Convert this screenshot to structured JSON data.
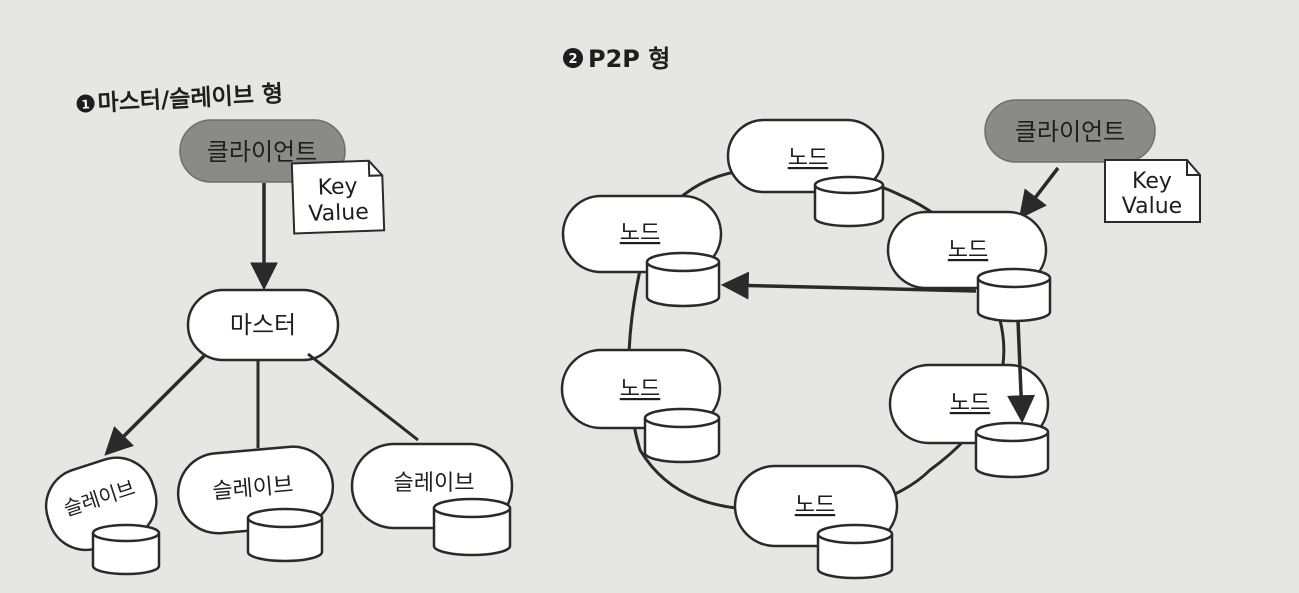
{
  "diagram_a": {
    "marker": "1",
    "title": "마스터/슬레이브 형",
    "client_label": "클라이언트",
    "data_note": {
      "line1": "Key",
      "line2": "Value"
    },
    "master_label": "마스터",
    "slaves": [
      {
        "label": "슬레이브"
      },
      {
        "label": "슬레이브"
      },
      {
        "label": "슬레이브"
      }
    ]
  },
  "diagram_b": {
    "marker": "2",
    "title": "P2P 형",
    "client_label": "클라이언트",
    "data_note": {
      "line1": "Key",
      "line2": "Value"
    },
    "nodes": [
      {
        "label": "노드"
      },
      {
        "label": "노드"
      },
      {
        "label": "노드"
      },
      {
        "label": "노드"
      },
      {
        "label": "노드"
      },
      {
        "label": "노드"
      }
    ]
  },
  "colors": {
    "background": "#e6e6e2",
    "client_fill": "#8a8a86",
    "shape_fill": "#ffffff",
    "line": "#2a2a2a"
  }
}
